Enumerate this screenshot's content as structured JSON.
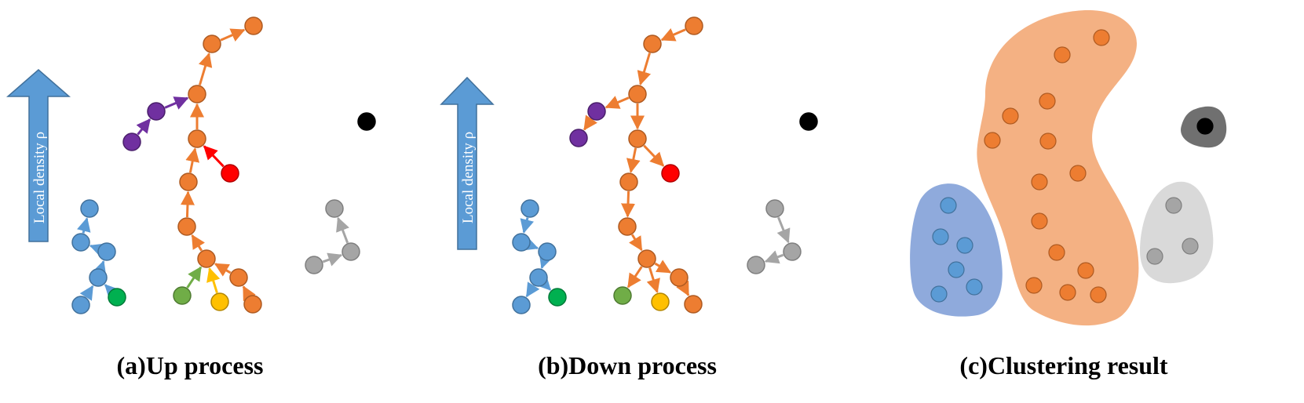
{
  "colors": {
    "blue": "#5b9bd5",
    "blue_stroke": "#41719c",
    "orange": "#ed7d31",
    "orange_stroke": "#ae5a21",
    "purple": "#7030a0",
    "purple_stroke": "#4a1f6b",
    "red": "#ff0000",
    "red_stroke": "#b00000",
    "green_dark": "#00b050",
    "green_dark_stroke": "#007a38",
    "green_light": "#70ad47",
    "green_light_stroke": "#4e7a31",
    "yellow": "#ffc000",
    "yellow_stroke": "#b38600",
    "gray": "#a5a5a5",
    "gray_stroke": "#7f7f7f",
    "black": "#000000",
    "region_orange": "#f4b183",
    "region_blue": "#8faadc",
    "region_gray_light": "#d9d9d9",
    "region_gray_dark": "#707070"
  },
  "density_arrow_label": "Local density ρ",
  "panels": [
    {
      "id": "a",
      "caption": "(a)Up process"
    },
    {
      "id": "b",
      "caption": "(b)Down process"
    },
    {
      "id": "c",
      "caption": "(c)Clustering result"
    }
  ]
}
